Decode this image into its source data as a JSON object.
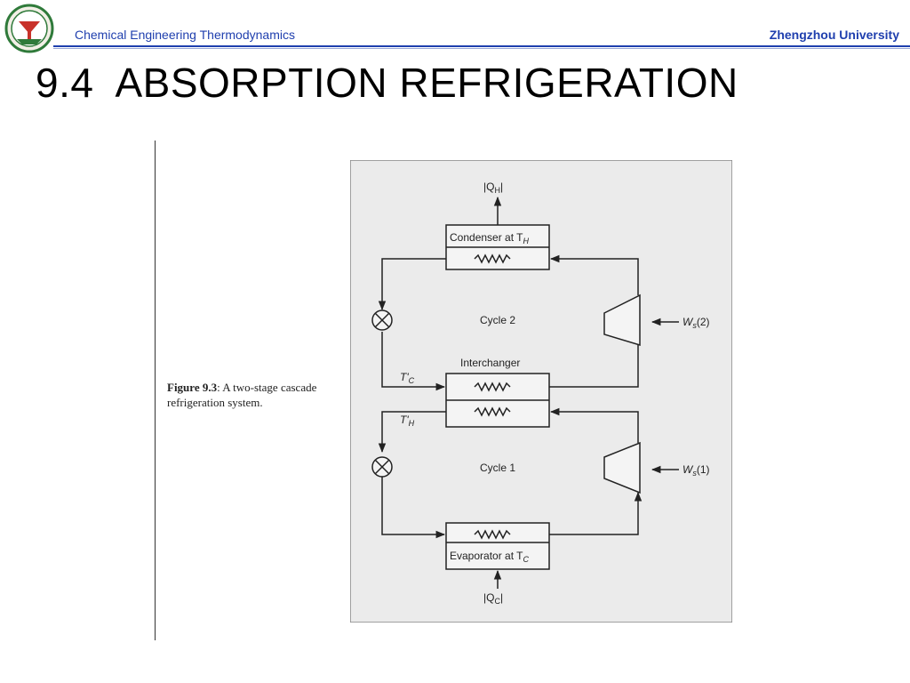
{
  "header": {
    "course": "Chemical Engineering Thermodynamics",
    "school": "Zhengzhou University",
    "logo_icon": "university-seal-icon"
  },
  "slide": {
    "title_number": "9.4",
    "title_text": "ABSORPTION REFRIGERATION"
  },
  "caption": {
    "label": "Figure 9.3",
    "text": ": A two-stage cascade refrigeration system."
  },
  "diagram": {
    "qh": "|Q",
    "qh_sub": "H",
    "qc": "|Q",
    "qc_sub": "C",
    "condenser": "Condenser at T",
    "condenser_sub": "H",
    "evaporator": "Evaporator at T",
    "evaporator_sub": "C",
    "interchanger": "Interchanger",
    "cycle2": "Cycle 2",
    "cycle1": "Cycle 1",
    "tc_prime": "T'",
    "tc_prime_sub": "C",
    "th_prime": "T'",
    "th_prime_sub": "H",
    "ws2": "W",
    "ws2_sub": "s",
    "ws2_arg": "(2)",
    "ws1": "W",
    "ws1_sub": "s",
    "ws1_arg": "(1)"
  }
}
